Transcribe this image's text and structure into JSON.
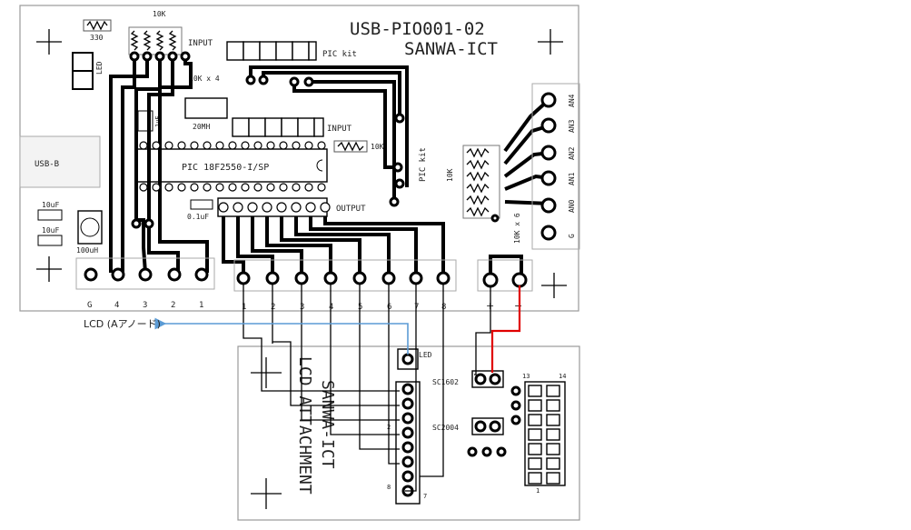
{
  "main_board": {
    "title": "USB-PIO001-02",
    "brand": "SANWA-ICT",
    "chip_label": "PIC 18F2550-I/SP",
    "input_label_1": "INPUT",
    "input_label_2": "INPUT",
    "output_label": "OUTPUT",
    "pickit_label_1": "PIC kit",
    "pickit_label_2": "PIC kit",
    "res_10k_top": "10K",
    "res_10k_x4": "10K x 4",
    "res_10k_side": "10K",
    "res_10k_x6": "10K x 6",
    "res_10k_mid": "10K",
    "res_330": "330",
    "led_label": "LED",
    "usb_label": "USB-B",
    "crystal_label": "20MH",
    "cap_10uf_1": "10uF",
    "cap_10uf_2": "10uF",
    "inductor_label": "100uH",
    "cap_01uf": "0.1uF",
    "cap_1uf": "1uF",
    "left_terminals": [
      "G",
      "4",
      "3",
      "2",
      "1"
    ],
    "output_terminals": [
      "1",
      "2",
      "3",
      "4",
      "5",
      "6",
      "7",
      "8"
    ],
    "analog_terminals": [
      "AN4",
      "AN3",
      "AN2",
      "AN1",
      "AN0",
      "G"
    ],
    "power_terminals": [
      "+",
      "−"
    ]
  },
  "lcd_board": {
    "brand": "SANWA-ICT",
    "name": "LCD ATTACHMENT",
    "led_label": "LED",
    "sc1602_label": "SC1602",
    "sc2004_label": "SC2004",
    "pin_13": "13",
    "pin_14": "14",
    "pin_1": "1",
    "pin_2": "2",
    "pin_8": "8",
    "pin_7": "7"
  },
  "annotation": {
    "lcd_anode": "LCD (Aアノード)",
    "arrow_color": "#5b9bd5",
    "power_wire_color": "#e00000"
  }
}
